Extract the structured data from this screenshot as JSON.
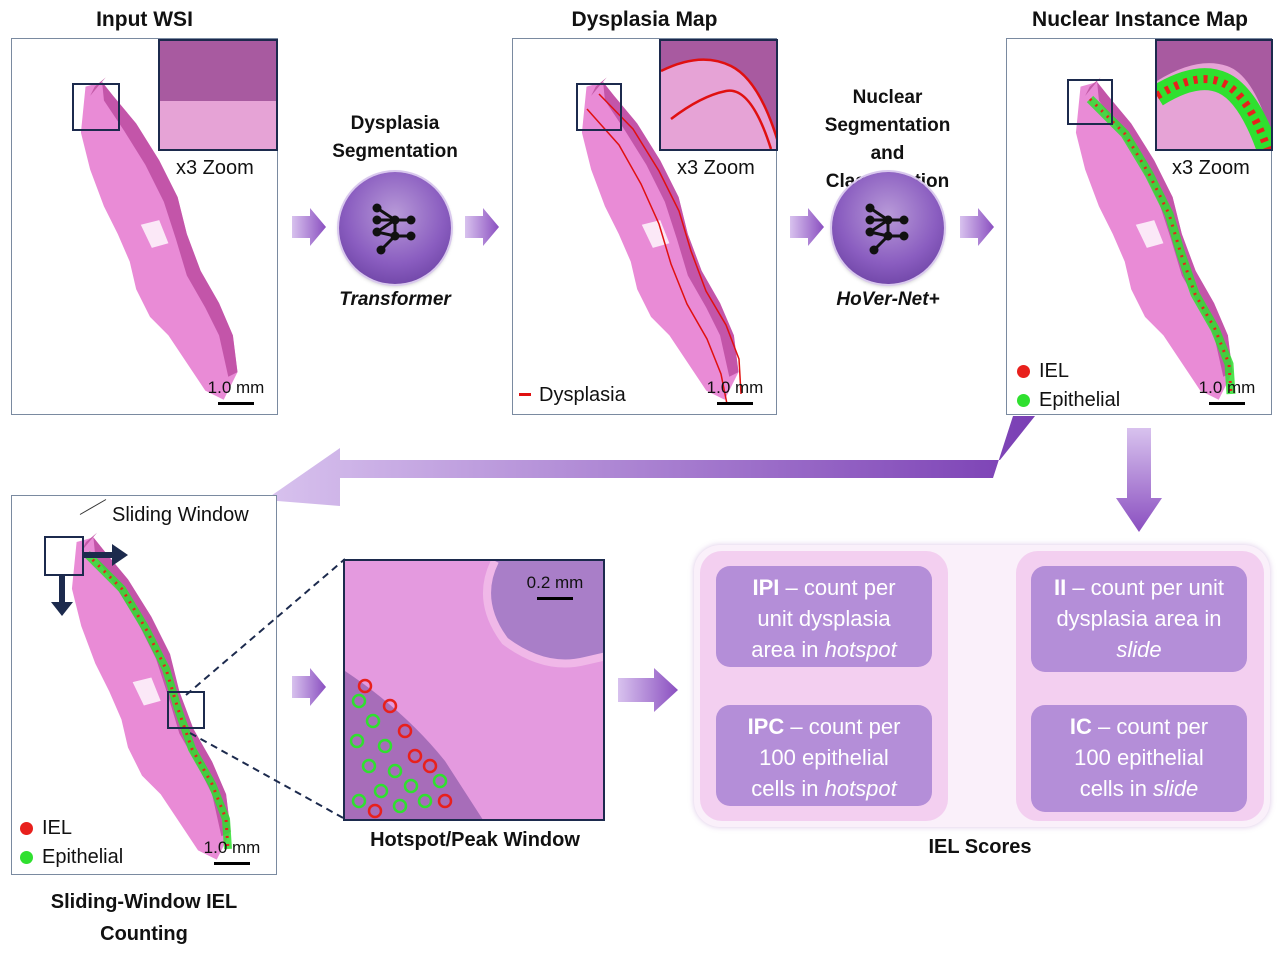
{
  "panels": {
    "input_wsi": {
      "title": "Input WSI",
      "zoom_label": "x3 Zoom",
      "scale": "1.0 mm"
    },
    "dysplasia_map": {
      "title": "Dysplasia Map",
      "zoom_label": "x3 Zoom",
      "scale": "1.0 mm",
      "legend": "Dysplasia"
    },
    "nuclear_map": {
      "title": "Nuclear Instance Map",
      "zoom_label": "x3 Zoom",
      "scale": "1.0 mm",
      "legend": [
        {
          "label": "IEL",
          "color": "#e8201c"
        },
        {
          "label": "Epithelial",
          "color": "#2fe02f"
        }
      ]
    },
    "sliding": {
      "callout": "Sliding Window",
      "scale": "1.0 mm",
      "legend": [
        {
          "label": "IEL",
          "color": "#e8201c"
        },
        {
          "label": "Epithelial",
          "color": "#2fe02f"
        }
      ],
      "caption_line1": "Sliding-Window IEL",
      "caption_line2": "Counting"
    },
    "hotspot": {
      "scale": "0.2 mm",
      "caption": "Hotspot/Peak Window"
    }
  },
  "steps": [
    {
      "name_line1": "Dysplasia",
      "name_line2": "Segmentation",
      "model": "Transformer"
    },
    {
      "name_line1": "Nuclear",
      "name_line2": "Segmentation and",
      "name_line3": "Classification",
      "model": "HoVer-Net+"
    }
  ],
  "scores": {
    "caption": "IEL Scores",
    "items": [
      {
        "abbr": "IPI",
        "line1": " – count per",
        "line2": "unit dysplasia",
        "line3": "area in ",
        "scope": "hotspot"
      },
      {
        "abbr": "II",
        "line1": " – count per unit",
        "line2": "dysplasia area in",
        "line3": "",
        "scope": "slide"
      },
      {
        "abbr": "IPC",
        "line1": " – count per",
        "line2": "100 epithelial",
        "line3": "cells in ",
        "scope": "hotspot"
      },
      {
        "abbr": "IC",
        "line1": " – count per",
        "line2": "100 epithelial",
        "line3": "cells in ",
        "scope": "slide"
      }
    ]
  },
  "colors": {
    "tissue": "#e57fcf",
    "tissue_dark": "#b9479e",
    "arrow": "#8a4fc0",
    "frame": "#1c2a4d",
    "score_box": "#b48ed8"
  },
  "icons": [
    "neural-network-icon",
    "arrow-right-icon",
    "arrow-down-icon"
  ]
}
